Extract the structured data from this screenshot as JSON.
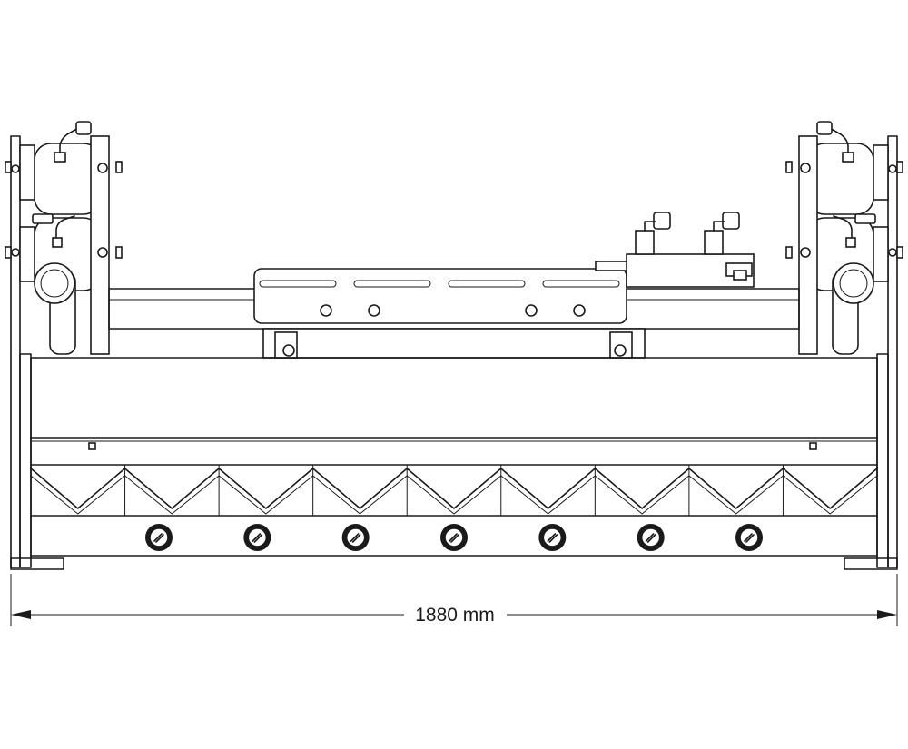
{
  "dimension": {
    "width_label": "1880 mm"
  },
  "colors": {
    "line": "#1a1a1a",
    "background": "#ffffff"
  },
  "components": {
    "roller_bolt_count": 7,
    "rotor_tooth_count": 9,
    "mount_plate_slot_count": 4
  }
}
